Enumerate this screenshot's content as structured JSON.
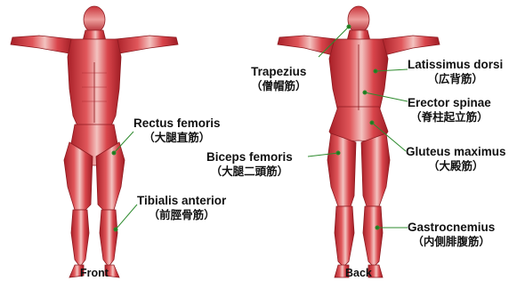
{
  "views": {
    "front": "Front",
    "back": "Back"
  },
  "labels": {
    "rectus_femoris": {
      "en": "Rectus femoris",
      "jp": "（大腿直筋）"
    },
    "tibialis_anterior": {
      "en": "Tibialis anterior",
      "jp": "（前脛骨筋）"
    },
    "trapezius": {
      "en": "Trapezius",
      "jp": "（僧帽筋）"
    },
    "latissimus_dorsi": {
      "en": "Latissimus dorsi",
      "jp": "（広背筋）"
    },
    "erector_spinae": {
      "en": "Erector spinae",
      "jp": "（脊柱起立筋）"
    },
    "biceps_femoris": {
      "en": "Biceps femoris",
      "jp": "（大腿二頭筋）"
    },
    "gluteus_maximus": {
      "en": "Gluteus maximus",
      "jp": "（大殿筋）"
    },
    "gastrocnemius": {
      "en": "Gastrocnemius",
      "jp": "（内側腓腹筋）"
    }
  },
  "colors": {
    "muscle_dark": "#b3262d",
    "muscle_mid": "#d8474c",
    "muscle_light": "#f2b9b7",
    "pointer_line": "#2e8b2e",
    "pointer_dot": "#1f7a1f"
  }
}
